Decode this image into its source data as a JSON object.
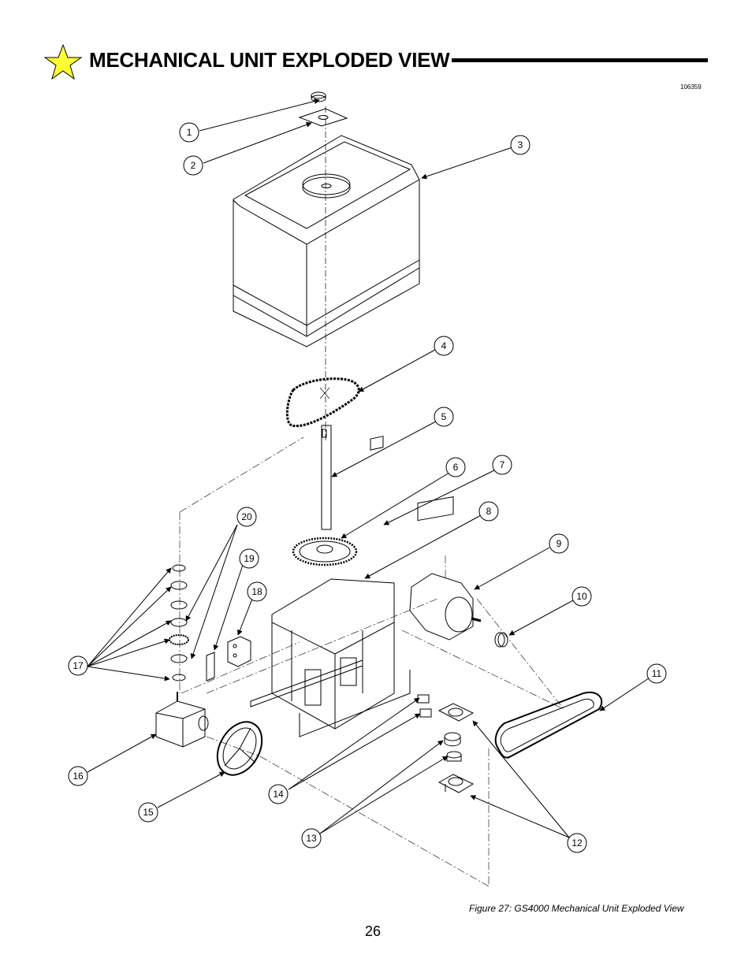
{
  "header": {
    "title": "MECHANICAL UNIT EXPLODED VIEW",
    "star_color": "#ffff33"
  },
  "drawing_number": "106359",
  "callouts": [
    "1",
    "2",
    "3",
    "4",
    "5",
    "6",
    "7",
    "8",
    "9",
    "10",
    "11",
    "12",
    "13",
    "14",
    "15",
    "16",
    "17",
    "18",
    "19",
    "20"
  ],
  "caption": "Figure 27: GS4000 Mechanical Unit Exploded View",
  "page_number": "26"
}
